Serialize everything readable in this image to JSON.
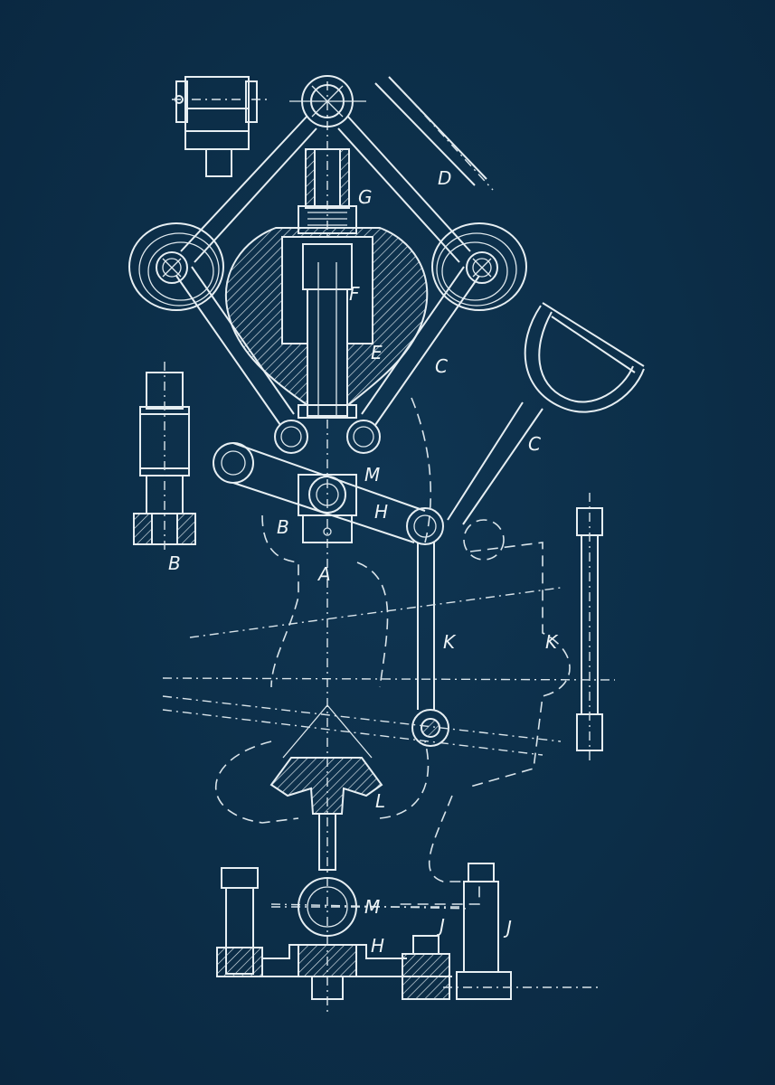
{
  "drawing": {
    "style": "blueprint",
    "background_color": "#0c2e48",
    "line_color": "#e6eef2",
    "labels": {
      "A": "A",
      "B_left": "B",
      "B_center": "B",
      "C_upper": "C",
      "C_right": "C",
      "D": "D",
      "E": "E",
      "F": "F",
      "G": "G",
      "H_center": "H",
      "H_bottom": "H",
      "J_small": "J",
      "J_right": "J",
      "K_center": "K",
      "K_right": "K",
      "L": "L",
      "M_center": "M",
      "M_bottom": "M"
    }
  }
}
